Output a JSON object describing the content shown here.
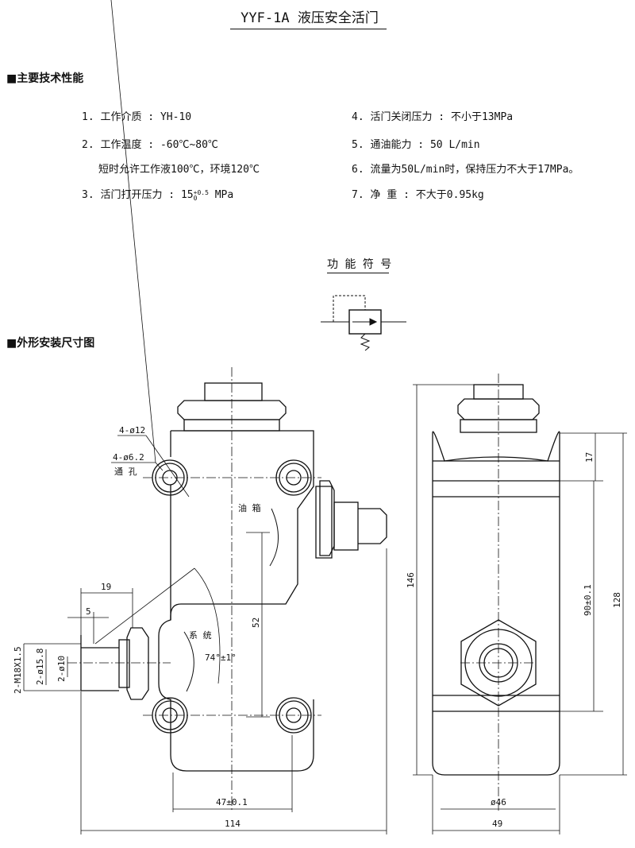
{
  "title": "YYF-1A 液压安全活门",
  "sections": {
    "specs_heading": "■主要技术性能",
    "drawing_heading": "■外形安装尺寸图",
    "symbol_heading": "功 能 符 号"
  },
  "specs": {
    "s1": "1. 工作介质 :  YH-10",
    "s2": "2. 工作温度 :   -60℃~80℃",
    "s2b": "短时允许工作液100℃，环境120℃",
    "s3_prefix": "3. 活门打开压力 :   15",
    "s3_sup": "+0.5",
    "s3_sub": "0",
    "s3_unit": " MPa",
    "s4": "4. 活门关闭压力 :   不小于13MPa",
    "s5": "5. 通油能力 :   50 L/min",
    "s6": "6. 流量为50L/min时，保持压力不大于17MPa。",
    "s7": "7. 净   重 :   不大于0.95kg"
  },
  "drawing": {
    "hole_outer": "4-ø12",
    "hole_inner": "4-ø6.2",
    "through_hole": "通 孔",
    "tank": "油 箱",
    "system": "系 统",
    "angle": "74°±1°",
    "dim_19": "19",
    "dim_5": "5",
    "thread": "2-M18X1.5",
    "dia_158": "2-ø15.8",
    "dia_10": "2-ø10",
    "dim_52": "52",
    "dim_47": "47±0.1",
    "dim_114": "114",
    "dim_146": "146",
    "dim_17": "17",
    "dim_90": "90±0.1",
    "dim_128": "128",
    "dim_46": "ø46",
    "dim_49": "49"
  }
}
